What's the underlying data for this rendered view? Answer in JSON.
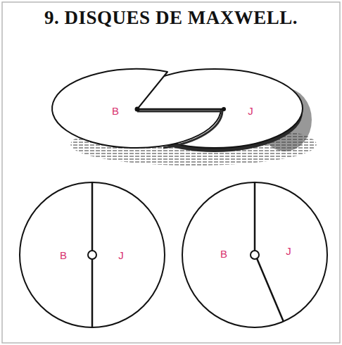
{
  "diagram": {
    "title": "9. DISQUES DE MAXWELL.",
    "labels": [
      "B",
      "J",
      "B",
      "J",
      "B",
      "J"
    ]
  }
}
